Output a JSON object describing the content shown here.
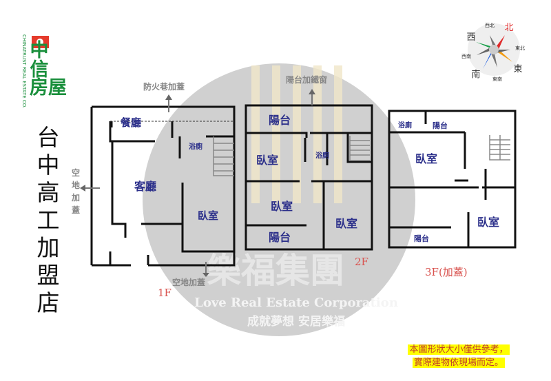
{
  "logo": {
    "brand": "中信房屋",
    "english": "CHINATRUST REAL ESTATE CO."
  },
  "store_name": "台中高工加盟店",
  "watermark": {
    "name": "樂福集團",
    "english": "Love Real Estate Corporation",
    "slogan": "成就夢想 安居樂福"
  },
  "compass": {
    "n": "北",
    "ne": "東北",
    "e": "東",
    "se": "東南",
    "s": "南",
    "sw": "西南",
    "w": "西",
    "nw": "西北"
  },
  "floors": [
    {
      "label": "1F",
      "rooms": [
        "餐廳",
        "浴廁",
        "客廳",
        "臥室"
      ],
      "annotations": [
        "防火巷加蓋",
        "空地加蓋",
        "空地加蓋"
      ]
    },
    {
      "label": "2F",
      "rooms": [
        "陽台",
        "臥室",
        "浴廁",
        "臥室",
        "陽台",
        "臥室"
      ],
      "annotations": [
        "陽台加鐵窗"
      ]
    },
    {
      "label": "3F(加蓋)",
      "rooms": [
        "浴廁",
        "陽台",
        "臥室",
        "陽台",
        "臥室"
      ]
    }
  ],
  "disclaimer": [
    "本圖形狀大小僅供參考，",
    "實際建物依現場而定。"
  ],
  "colors": {
    "room_label": "#2b2f8a",
    "floor_label": "#d9534f",
    "logo_green": "#1a8f3c",
    "logo_red": "#e53b2c",
    "watermark": "#cfcfcf"
  }
}
